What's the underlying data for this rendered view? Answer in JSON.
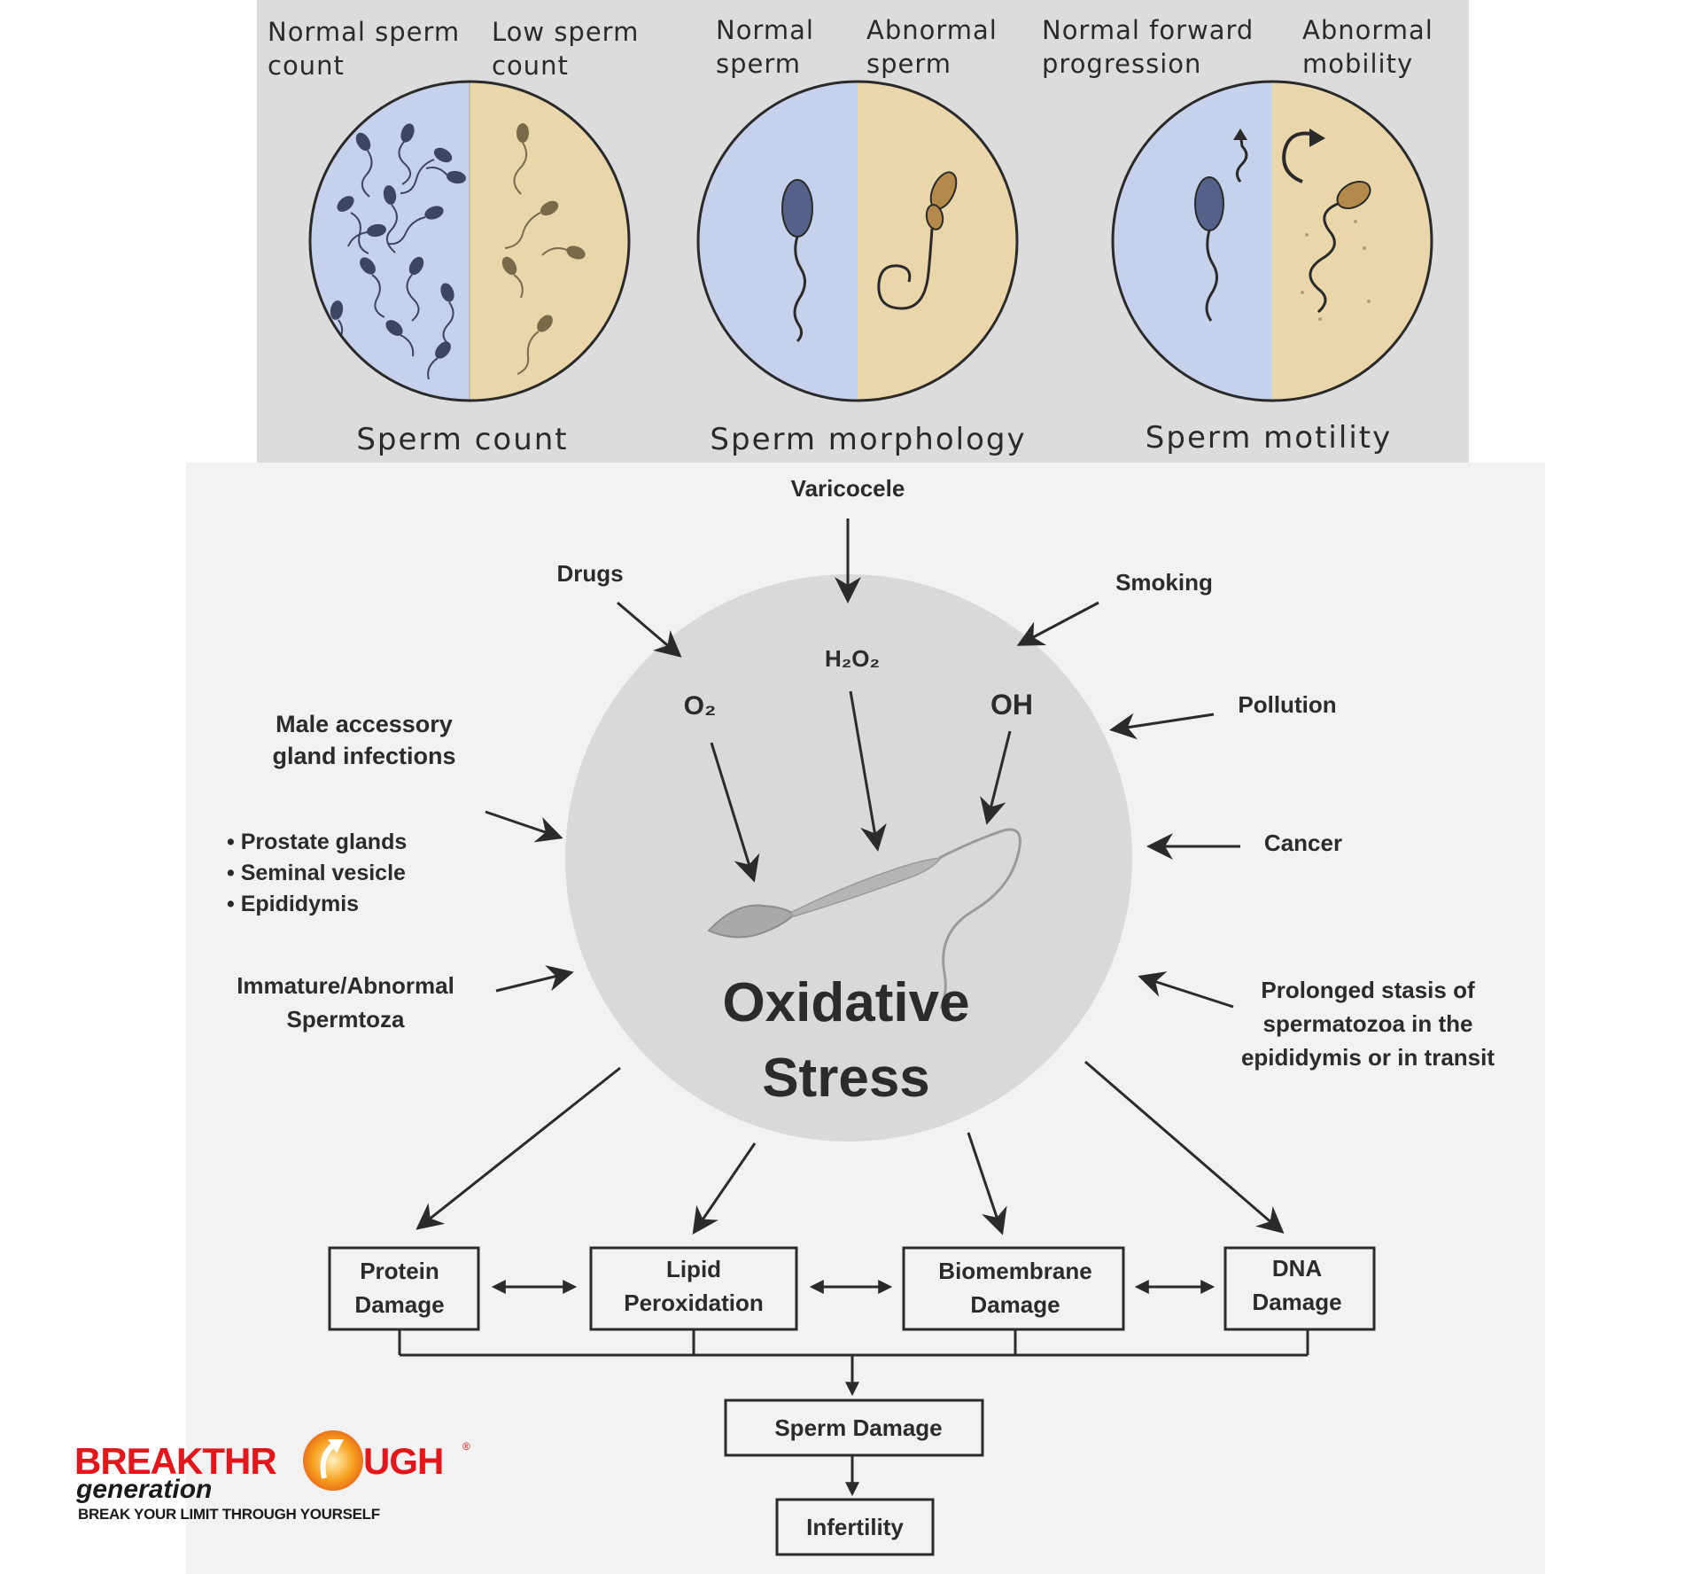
{
  "panel_top": {
    "sections": [
      {
        "left_label": [
          "Normal sperm",
          "count"
        ],
        "right_label": [
          "Low sperm",
          "count"
        ],
        "caption": "Sperm count"
      },
      {
        "left_label": [
          "Normal",
          "sperm"
        ],
        "right_label": [
          "Abnormal",
          "sperm"
        ],
        "caption": "Sperm morphology"
      },
      {
        "left_label": [
          "Normal forward",
          "progression"
        ],
        "right_label": [
          "Abnormal",
          "mobility"
        ],
        "caption": "Sperm motility"
      }
    ],
    "colors": {
      "background": "#dcdcdc",
      "normal_half": "#c6d1ec",
      "abnormal_half": "#e9d6ab",
      "ink": "#2a2a2a"
    }
  },
  "diagram": {
    "center": [
      "Oxidative",
      "Stress"
    ],
    "species": {
      "o2": "O₂",
      "h2o2": "H₂O₂",
      "oh": "OH"
    },
    "causes": {
      "varicocele": "Varicocele",
      "drugs": "Drugs",
      "smoking": "Smoking",
      "pollution": "Pollution",
      "cancer": "Cancer",
      "male_accessory": [
        "Male accessory",
        "gland infections"
      ],
      "gland_list": [
        "• Prostate glands",
        "• Seminal vesicle",
        "• Epididymis"
      ],
      "immature": [
        "Immature/Abnormal",
        "Spermtoza"
      ],
      "prolonged": [
        "Prolonged stasis of",
        "spermatozoa in the",
        "epididymis or in transit"
      ]
    },
    "effects": [
      [
        "Protein",
        "Damage"
      ],
      [
        "Lipid",
        "Peroxidation"
      ],
      [
        "Biomembrane",
        "Damage"
      ],
      [
        "DNA",
        "Damage"
      ]
    ],
    "sperm_damage": "Sperm Damage",
    "infertility": "Infertility",
    "colors": {
      "background": "#f2f2f2",
      "circle": "#d9d9d9",
      "ink": "#2b2b2b"
    }
  },
  "logo": {
    "brand_a": "BREAKTHR",
    "brand_b": "UGH",
    "sub": "generation",
    "tagline": "BREAK YOUR LIMIT THROUGH YOURSELF",
    "registered": "®",
    "colors": {
      "red": "#e3161b",
      "orange": "#f7931e",
      "black": "#1a1a1a"
    }
  }
}
